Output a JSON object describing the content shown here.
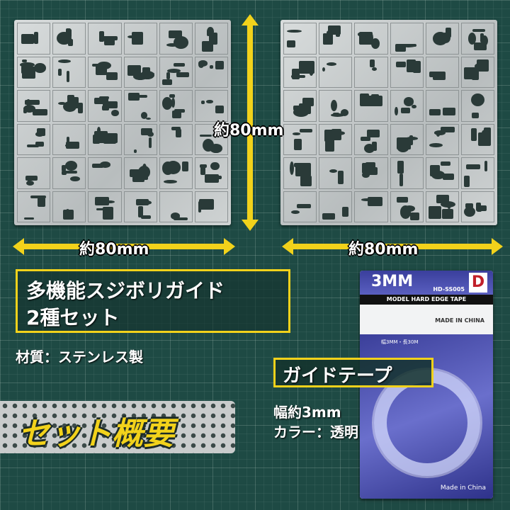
{
  "dimensions": {
    "vertical": "約80mm",
    "left_width": "約80mm",
    "right_width": "約80mm"
  },
  "product": {
    "title_line1": "多機能スジボリガイド",
    "title_line2": "2種セット",
    "material": "材質：ステンレス製"
  },
  "banner": {
    "label": "セット概要"
  },
  "tape_section": {
    "heading": "ガイドテープ",
    "width": "幅約3mm",
    "color": "カラー：透明"
  },
  "package": {
    "size": "3MM",
    "code": "HD-SS005",
    "logo": "D",
    "subtitle": "MODEL HARD EDGE TAPE",
    "made_in": "MADE IN CHINA",
    "spec": "幅3MM・長30M",
    "bottom": "Made in China"
  },
  "colors": {
    "accent": "#f2d21b",
    "mat": "#1e4a44",
    "package_blue": "#3a3f9c"
  }
}
